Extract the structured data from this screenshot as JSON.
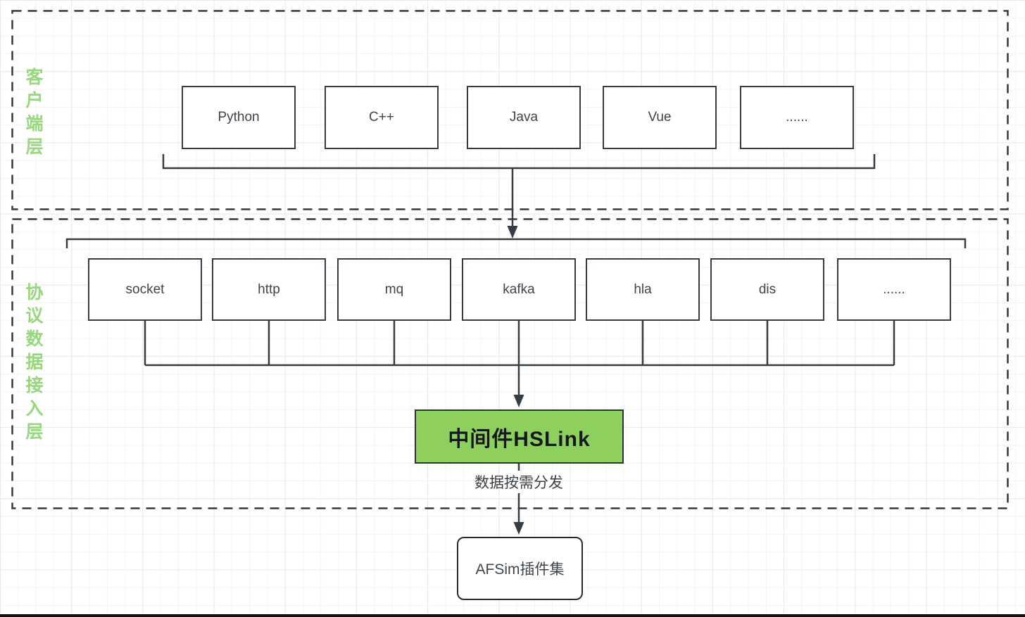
{
  "diagram": {
    "client_layer": {
      "label": "客户端层",
      "boxes": [
        "Python",
        "C++",
        "Java",
        "Vue",
        "......"
      ]
    },
    "protocol_layer": {
      "label": "协议数据接入层",
      "boxes": [
        "socket",
        "http",
        "mq",
        "kafka",
        "hla",
        "dis",
        "......"
      ]
    },
    "middleware": {
      "label": "中间件HSLink"
    },
    "distribution_note": "数据按需分发",
    "plugin": {
      "label": "AFSim插件集"
    },
    "colors": {
      "green_fill": "#8ed05e",
      "green_label_text": "#97d87e",
      "line": "#363c43",
      "box_text": "#3f444a"
    }
  }
}
